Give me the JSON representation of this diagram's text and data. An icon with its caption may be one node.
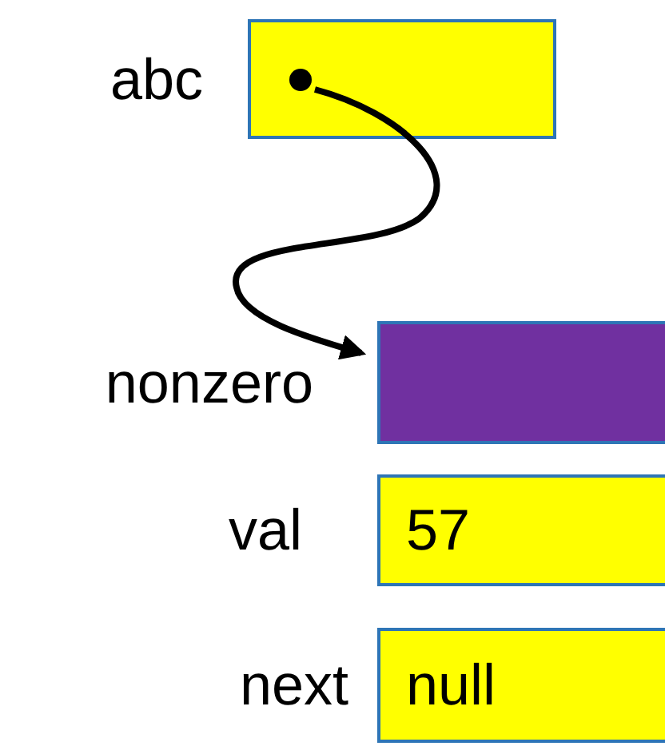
{
  "diagram": {
    "nodes": [
      {
        "text": [],
        "shape": "box",
        "beside": [
          "abc"
        ]
      },
      {
        "text": [],
        "shape": "box",
        "beside": [
          "nonzero"
        ]
      },
      {
        "text": [
          "57"
        ],
        "beside": [
          "val"
        ]
      },
      {
        "text": [
          "null"
        ],
        "beside": [
          "next"
        ]
      }
    ],
    "edges": [
      {
        "from": 0,
        "to": 1,
        "arrow": "to"
      }
    ]
  }
}
